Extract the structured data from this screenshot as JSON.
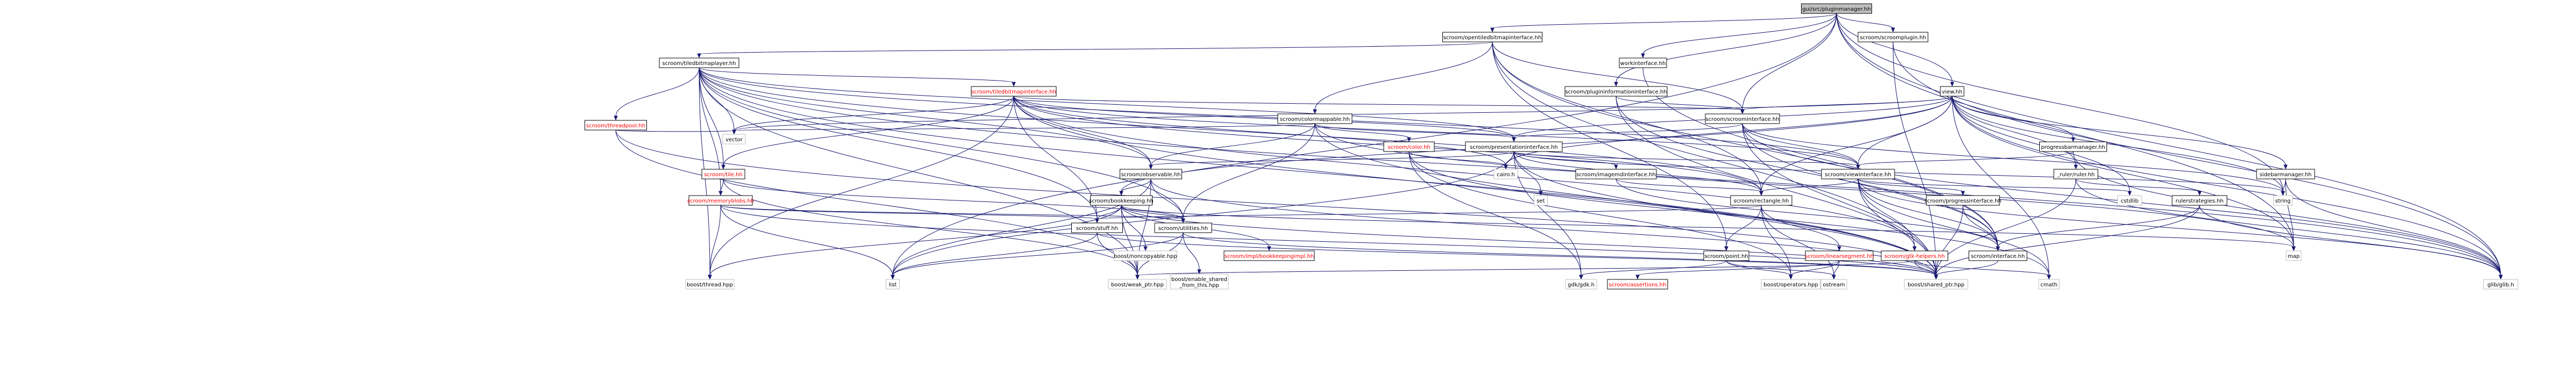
{
  "nodes": [
    {
      "id": "root",
      "lines": [
        "gui/src/pluginmanager.hh"
      ],
      "kind": "root"
    },
    {
      "id": "openxl",
      "lines": [
        "scroom/opentiledbitmapinterface.hh"
      ],
      "kind": "normal"
    },
    {
      "id": "splugin",
      "lines": [
        "scroom/scroomplugin.hh"
      ],
      "kind": "normal"
    },
    {
      "id": "tlayer",
      "lines": [
        "scroom/tiledbitmaplayer.hh"
      ],
      "kind": "normal"
    },
    {
      "id": "workint",
      "lines": [
        "workinterface.hh"
      ],
      "kind": "normal"
    },
    {
      "id": "pinfo",
      "lines": [
        "scroom/plugininformationinterface.hh"
      ],
      "kind": "normal"
    },
    {
      "id": "view",
      "lines": [
        "view.hh"
      ],
      "kind": "normal"
    },
    {
      "id": "tiledint",
      "lines": [
        "scroom/tiledbitmapinterface.hh"
      ],
      "kind": "broken"
    },
    {
      "id": "tpool",
      "lines": [
        "scroom/threadpool.hh"
      ],
      "kind": "broken"
    },
    {
      "id": "colormap",
      "lines": [
        "scroom/colormappable.hh"
      ],
      "kind": "normal"
    },
    {
      "id": "scroomint",
      "lines": [
        "scroom/scroominterface.hh"
      ],
      "kind": "normal"
    },
    {
      "id": "vector",
      "lines": [
        "vector"
      ],
      "kind": "missing"
    },
    {
      "id": "color",
      "lines": [
        "scroom/color.hh"
      ],
      "kind": "broken"
    },
    {
      "id": "presint",
      "lines": [
        "scroom/presentationinterface.hh"
      ],
      "kind": "normal"
    },
    {
      "id": "progress",
      "lines": [
        "progressbarmanager.hh"
      ],
      "kind": "normal"
    },
    {
      "id": "sidebar",
      "lines": [
        "sidebarmanager.hh"
      ],
      "kind": "normal"
    },
    {
      "id": "tile",
      "lines": [
        "scroom/tile.hh"
      ],
      "kind": "broken"
    },
    {
      "id": "observ",
      "lines": [
        "scroom/observable.hh"
      ],
      "kind": "normal"
    },
    {
      "id": "cairo",
      "lines": [
        "cairo.h"
      ],
      "kind": "missing"
    },
    {
      "id": "imagemd",
      "lines": [
        "scroom/imagemdinterface.hh"
      ],
      "kind": "normal"
    },
    {
      "id": "set",
      "lines": [
        "set"
      ],
      "kind": "missing"
    },
    {
      "id": "viewint",
      "lines": [
        "scroom/viewinterface.hh"
      ],
      "kind": "normal"
    },
    {
      "id": "ruler",
      "lines": [
        "_ruler/ruler.hh"
      ],
      "kind": "normal"
    },
    {
      "id": "membl",
      "lines": [
        "scroom/memoryblobs.hh"
      ],
      "kind": "broken"
    },
    {
      "id": "bookk",
      "lines": [
        "scroom/bookkeeping.hh"
      ],
      "kind": "normal"
    },
    {
      "id": "rect",
      "lines": [
        "scroom/rectangle.hh"
      ],
      "kind": "normal"
    },
    {
      "id": "pbint",
      "lines": [
        "scroom/progressinterface.hh"
      ],
      "kind": "normal"
    },
    {
      "id": "cstdlib",
      "lines": [
        "cstdlib"
      ],
      "kind": "missing"
    },
    {
      "id": "rulestr",
      "lines": [
        "rulerstrategies.hh"
      ],
      "kind": "normal"
    },
    {
      "id": "string",
      "lines": [
        "string"
      ],
      "kind": "missing"
    },
    {
      "id": "stuff",
      "lines": [
        "scroom/stuff.hh"
      ],
      "kind": "normal"
    },
    {
      "id": "utils",
      "lines": [
        "scroom/utilities.hh"
      ],
      "kind": "normal"
    },
    {
      "id": "monocopy",
      "lines": [
        "boost/noncopyable.hpp"
      ],
      "kind": "missing"
    },
    {
      "id": "bookimpl",
      "lines": [
        "scroom/impl/bookkeepingimpl.hh"
      ],
      "kind": "broken"
    },
    {
      "id": "point",
      "lines": [
        "scroom/point.hh"
      ],
      "kind": "normal"
    },
    {
      "id": "linseg",
      "lines": [
        "scroom/linearsegment.hh"
      ],
      "kind": "broken"
    },
    {
      "id": "gtkhelp",
      "lines": [
        "scroom/gtk-helpers.hh"
      ],
      "kind": "broken"
    },
    {
      "id": "iface",
      "lines": [
        "scroom/interface.hh"
      ],
      "kind": "normal"
    },
    {
      "id": "map",
      "lines": [
        "map"
      ],
      "kind": "missing"
    },
    {
      "id": "bthread",
      "lines": [
        "boost/thread.hpp"
      ],
      "kind": "missing"
    },
    {
      "id": "list",
      "lines": [
        "list"
      ],
      "kind": "missing"
    },
    {
      "id": "bweak",
      "lines": [
        "boost/weak_ptr.hpp"
      ],
      "kind": "missing"
    },
    {
      "id": "benable",
      "lines": [
        "boost/enable_shared",
        "_from_this.hpp"
      ],
      "kind": "missing"
    },
    {
      "id": "gdkgdk",
      "lines": [
        "gdk/gdk.h"
      ],
      "kind": "missing"
    },
    {
      "id": "assert",
      "lines": [
        "scroom/assertions.hh"
      ],
      "kind": "broken"
    },
    {
      "id": "bops",
      "lines": [
        "boost/operators.hpp"
      ],
      "kind": "missing"
    },
    {
      "id": "ostream",
      "lines": [
        "ostream"
      ],
      "kind": "missing"
    },
    {
      "id": "bshared",
      "lines": [
        "boost/shared_ptr.hpp"
      ],
      "kind": "missing"
    },
    {
      "id": "cmath",
      "lines": [
        "cmath"
      ],
      "kind": "missing"
    },
    {
      "id": "glib",
      "lines": [
        "glib/glib.h"
      ],
      "kind": "missing"
    }
  ],
  "edges": [
    [
      "root",
      "openxl"
    ],
    [
      "root",
      "splugin"
    ],
    [
      "root",
      "workint"
    ],
    [
      "root",
      "pinfo"
    ],
    [
      "root",
      "view"
    ],
    [
      "root",
      "scroomint"
    ],
    [
      "root",
      "map"
    ],
    [
      "root",
      "glib"
    ],
    [
      "root",
      "list"
    ],
    [
      "root",
      "string"
    ],
    [
      "openxl",
      "tlayer"
    ],
    [
      "openxl",
      "colormap"
    ],
    [
      "openxl",
      "iface"
    ],
    [
      "openxl",
      "bshared"
    ],
    [
      "openxl",
      "rect"
    ],
    [
      "openxl",
      "point"
    ],
    [
      "openxl",
      "scroomint"
    ],
    [
      "splugin",
      "glib"
    ],
    [
      "splugin",
      "bshared"
    ],
    [
      "tlayer",
      "tiledint"
    ],
    [
      "tlayer",
      "tpool"
    ],
    [
      "tlayer",
      "tile"
    ],
    [
      "tlayer",
      "membl"
    ],
    [
      "tlayer",
      "stuff"
    ],
    [
      "tlayer",
      "utils"
    ],
    [
      "tlayer",
      "vector"
    ],
    [
      "tlayer",
      "bweak"
    ],
    [
      "tlayer",
      "bthread"
    ],
    [
      "tlayer",
      "observ"
    ],
    [
      "tlayer",
      "presint"
    ],
    [
      "tlayer",
      "viewint"
    ],
    [
      "tlayer",
      "rect"
    ],
    [
      "tlayer",
      "glib"
    ],
    [
      "tlayer",
      "bshared"
    ],
    [
      "workint",
      "iface"
    ],
    [
      "pinfo",
      "scroomint"
    ],
    [
      "pinfo",
      "iface"
    ],
    [
      "pinfo",
      "bshared"
    ],
    [
      "view",
      "scroomint"
    ],
    [
      "view",
      "presint"
    ],
    [
      "view",
      "viewint"
    ],
    [
      "view",
      "progress"
    ],
    [
      "view",
      "sidebar"
    ],
    [
      "view",
      "ruler"
    ],
    [
      "view",
      "cstdlib"
    ],
    [
      "view",
      "string"
    ],
    [
      "view",
      "map"
    ],
    [
      "view",
      "glib"
    ],
    [
      "view",
      "vector"
    ],
    [
      "view",
      "cairo"
    ],
    [
      "view",
      "bookk"
    ],
    [
      "view",
      "cmath"
    ],
    [
      "view",
      "rect"
    ],
    [
      "tiledint",
      "observ"
    ],
    [
      "tiledint",
      "presint"
    ],
    [
      "tiledint",
      "viewint"
    ],
    [
      "tiledint",
      "tile"
    ],
    [
      "tiledint",
      "cairo"
    ],
    [
      "tiledint",
      "vector"
    ],
    [
      "tiledint",
      "bthread"
    ],
    [
      "tiledint",
      "rect"
    ],
    [
      "tiledint",
      "bshared"
    ],
    [
      "tiledint",
      "stuff"
    ],
    [
      "tiledint",
      "scroomint"
    ],
    [
      "tiledint",
      "gtkhelp"
    ],
    [
      "tpool",
      "vector"
    ],
    [
      "tpool",
      "bweak"
    ],
    [
      "tpool",
      "bshared"
    ],
    [
      "colormap",
      "color"
    ],
    [
      "colormap",
      "observ"
    ],
    [
      "colormap",
      "presint"
    ],
    [
      "colormap",
      "utils"
    ],
    [
      "colormap",
      "vector"
    ],
    [
      "colormap",
      "bshared"
    ],
    [
      "colormap",
      "map"
    ],
    [
      "scroomint",
      "presint"
    ],
    [
      "scroomint",
      "viewint"
    ],
    [
      "scroomint",
      "iface"
    ],
    [
      "scroomint",
      "bshared"
    ],
    [
      "scroomint",
      "string"
    ],
    [
      "scroomint",
      "glib"
    ],
    [
      "color",
      "cairo"
    ],
    [
      "color",
      "cmath"
    ],
    [
      "color",
      "gdkgdk"
    ],
    [
      "color",
      "bops"
    ],
    [
      "presint",
      "observ"
    ],
    [
      "presint",
      "viewint"
    ],
    [
      "presint",
      "imagemd"
    ],
    [
      "presint",
      "rect"
    ],
    [
      "presint",
      "set"
    ],
    [
      "presint",
      "cairo"
    ],
    [
      "presint",
      "string"
    ],
    [
      "presint",
      "gdkgdk"
    ],
    [
      "presint",
      "bshared"
    ],
    [
      "presint",
      "list"
    ],
    [
      "progress",
      "viewint"
    ],
    [
      "progress",
      "glib"
    ],
    [
      "sidebar",
      "map"
    ],
    [
      "sidebar",
      "string"
    ],
    [
      "sidebar",
      "glib"
    ],
    [
      "tile",
      "membl"
    ],
    [
      "tile",
      "bweak"
    ],
    [
      "tile",
      "utils"
    ],
    [
      "observ",
      "bookk"
    ],
    [
      "observ",
      "utils"
    ],
    [
      "observ",
      "list"
    ],
    [
      "observ",
      "bweak"
    ],
    [
      "observ",
      "bshared"
    ],
    [
      "imagemd",
      "rect"
    ],
    [
      "imagemd",
      "iface"
    ],
    [
      "viewint",
      "pbint"
    ],
    [
      "viewint",
      "rect"
    ],
    [
      "viewint",
      "iface"
    ],
    [
      "viewint",
      "gtkhelp"
    ],
    [
      "viewint",
      "bshared"
    ],
    [
      "viewint",
      "cstdlib"
    ],
    [
      "viewint",
      "cmath"
    ],
    [
      "viewint",
      "glib"
    ],
    [
      "ruler",
      "rulestr"
    ],
    [
      "ruler",
      "glib"
    ],
    [
      "ruler",
      "bshared"
    ],
    [
      "membl",
      "stuff"
    ],
    [
      "membl",
      "utils"
    ],
    [
      "membl",
      "bthread"
    ],
    [
      "membl",
      "list"
    ],
    [
      "membl",
      "bshared"
    ],
    [
      "bookk",
      "stuff"
    ],
    [
      "bookk",
      "utils"
    ],
    [
      "bookk",
      "monocopy"
    ],
    [
      "bookk",
      "bookimpl"
    ],
    [
      "bookk",
      "map"
    ],
    [
      "bookk",
      "bshared"
    ],
    [
      "bookk",
      "bweak"
    ],
    [
      "bookk",
      "bthread"
    ],
    [
      "rect",
      "point"
    ],
    [
      "rect",
      "linseg"
    ],
    [
      "rect",
      "bops"
    ],
    [
      "rect",
      "ostream"
    ],
    [
      "rect",
      "stuff"
    ],
    [
      "pbint",
      "iface"
    ],
    [
      "pbint",
      "bshared"
    ],
    [
      "rulestr",
      "iface"
    ],
    [
      "rulestr",
      "bshared"
    ],
    [
      "rulestr",
      "glib"
    ],
    [
      "stuff",
      "list"
    ],
    [
      "stuff",
      "bshared"
    ],
    [
      "stuff",
      "bweak"
    ],
    [
      "utils",
      "benable"
    ],
    [
      "utils",
      "bweak"
    ],
    [
      "utils",
      "bshared"
    ],
    [
      "utils",
      "list"
    ],
    [
      "point",
      "bops"
    ],
    [
      "point",
      "ostream"
    ],
    [
      "point",
      "gdkgdk"
    ],
    [
      "linseg",
      "assert"
    ],
    [
      "linseg",
      "ostream"
    ],
    [
      "linseg",
      "bops"
    ],
    [
      "gtkhelp",
      "bshared"
    ],
    [
      "gtkhelp",
      "cmath"
    ],
    [
      "gtkhelp",
      "bweak"
    ],
    [
      "iface",
      "bshared"
    ]
  ]
}
